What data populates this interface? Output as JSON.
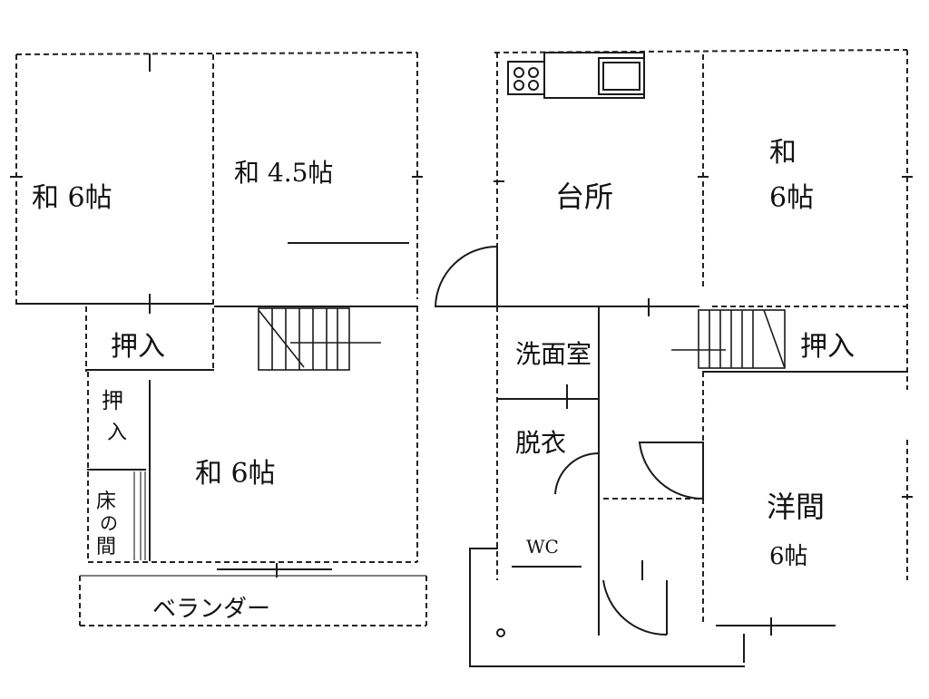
{
  "rooms": {
    "washitsu_6_left": "和 6帖",
    "washitsu_4_5": "和 4.5帖",
    "daidokoro": "台所",
    "washitsu_6_right_top": "和",
    "washitsu_6_right_bottom": "6帖",
    "oshiire_left": "押入",
    "oshiire_small_top": "押",
    "oshiire_small_bottom": "入",
    "washitsu_6_center": "和 6帖",
    "tokonoma_top": "床",
    "tokonoma_middle": "の",
    "tokonoma_bottom": "間",
    "senmenjo": "洗面室",
    "datsuijo": "脱衣",
    "wc": "WC",
    "oshiire_right": "押入",
    "yoma_top": "洋間",
    "yoma_bottom": "6帖",
    "veranda": "ベランダー"
  }
}
